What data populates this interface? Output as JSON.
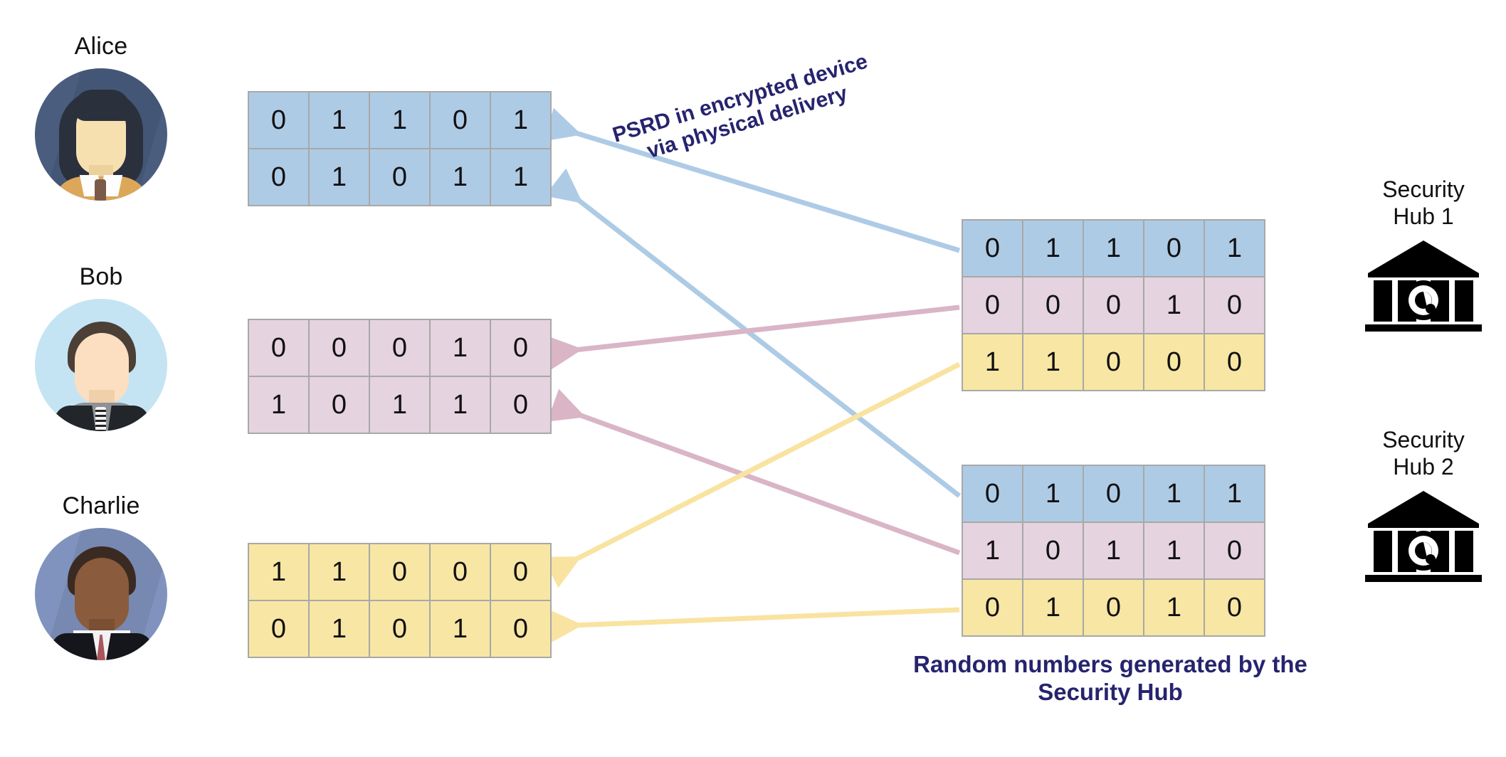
{
  "colors": {
    "blue": "#aecbe6",
    "pink": "#e5d3df",
    "yellow": "#f8e6a4",
    "navy": "#26246e",
    "border": "#a8a8a8",
    "alice_avatar_bg": "#4a5d7e",
    "bob_avatar_bg": "#c5e4f3",
    "charlie_avatar_bg": "#8093bf"
  },
  "people": [
    {
      "name": "Alice",
      "avatar_icon": "woman-avatar-icon",
      "color": "blue",
      "rows": [
        [
          "0",
          "1",
          "1",
          "0",
          "1"
        ],
        [
          "0",
          "1",
          "0",
          "1",
          "1"
        ]
      ]
    },
    {
      "name": "Bob",
      "avatar_icon": "man-avatar-icon",
      "color": "pink",
      "rows": [
        [
          "0",
          "0",
          "0",
          "1",
          "0"
        ],
        [
          "1",
          "0",
          "1",
          "1",
          "0"
        ]
      ]
    },
    {
      "name": "Charlie",
      "avatar_icon": "man-suit-avatar-icon",
      "color": "yellow",
      "rows": [
        [
          "1",
          "1",
          "0",
          "0",
          "0"
        ],
        [
          "0",
          "1",
          "0",
          "1",
          "0"
        ]
      ]
    }
  ],
  "hubs": [
    {
      "label_line1": "Security",
      "label_line2": "Hub 1",
      "icon": "bank-quantum-icon",
      "rows": [
        {
          "color": "blue",
          "values": [
            "0",
            "1",
            "1",
            "0",
            "1"
          ]
        },
        {
          "color": "pink",
          "values": [
            "0",
            "0",
            "0",
            "1",
            "0"
          ]
        },
        {
          "color": "yellow",
          "values": [
            "1",
            "1",
            "0",
            "0",
            "0"
          ]
        }
      ]
    },
    {
      "label_line1": "Security",
      "label_line2": "Hub 2",
      "icon": "bank-quantum-icon",
      "rows": [
        {
          "color": "blue",
          "values": [
            "0",
            "1",
            "0",
            "1",
            "1"
          ]
        },
        {
          "color": "pink",
          "values": [
            "1",
            "0",
            "1",
            "1",
            "0"
          ]
        },
        {
          "color": "yellow",
          "values": [
            "0",
            "1",
            "0",
            "1",
            "0"
          ]
        }
      ]
    }
  ],
  "annotations": {
    "psrd_label": "PSRD in encrypted device via physical delivery",
    "hub_caption": "Random numbers generated by the Security Hub"
  },
  "arrows": [
    {
      "name": "hub1-blue-to-alice-row1",
      "color": "blue"
    },
    {
      "name": "hub2-blue-to-alice-row2",
      "color": "blue"
    },
    {
      "name": "hub1-pink-to-bob-row1",
      "color": "pink"
    },
    {
      "name": "hub2-pink-to-bob-row2",
      "color": "pink"
    },
    {
      "name": "hub1-yellow-to-charlie-row1",
      "color": "yellow"
    },
    {
      "name": "hub2-yellow-to-charlie-row2",
      "color": "yellow"
    }
  ]
}
